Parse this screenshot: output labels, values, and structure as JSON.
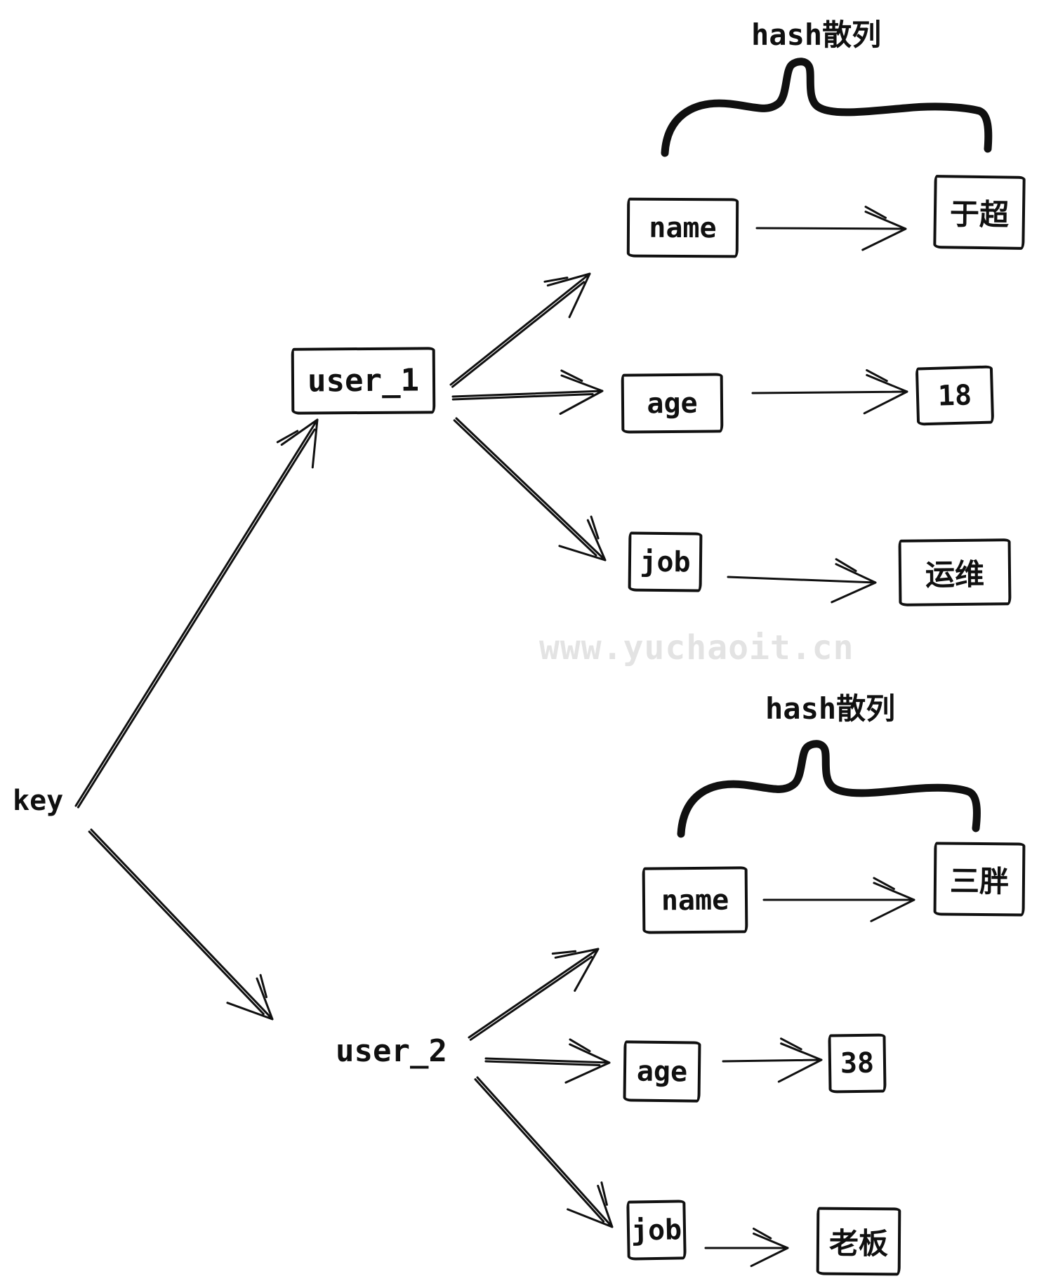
{
  "diagram": {
    "key_label": "key",
    "watermark": "www.yuchaoit.cn",
    "colors": {
      "stroke": "#101010",
      "watermark": "#e3e3e3",
      "background": "#ffffff"
    },
    "hash1": {
      "label": "hash散列",
      "entry": "user_1",
      "fields": [
        {
          "name": "name",
          "value": "于超"
        },
        {
          "name": "age",
          "value": "18"
        },
        {
          "name": "job",
          "value": "运维"
        }
      ]
    },
    "hash2": {
      "label": "hash散列",
      "entry": "user_2",
      "fields": [
        {
          "name": "name",
          "value": "三胖"
        },
        {
          "name": "age",
          "value": "38"
        },
        {
          "name": "job",
          "value": "老板"
        }
      ]
    }
  }
}
